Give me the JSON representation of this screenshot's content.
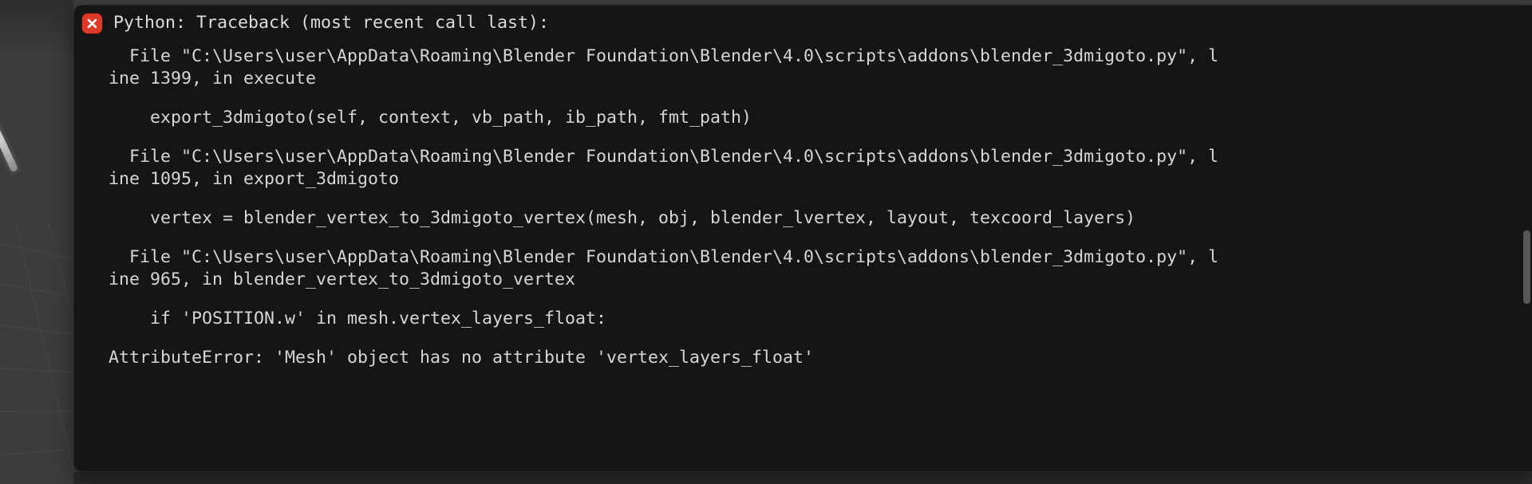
{
  "popup": {
    "title": "Python: Traceback (most recent call last):",
    "error_icon": "error-x-icon",
    "traceback_lines": [
      "  File \"C:\\Users\\user\\AppData\\Roaming\\Blender Foundation\\Blender\\4.0\\scripts\\addons\\blender_3dmigoto.py\", line 1399, in execute",
      "    export_3dmigoto(self, context, vb_path, ib_path, fmt_path)",
      "  File \"C:\\Users\\user\\AppData\\Roaming\\Blender Foundation\\Blender\\4.0\\scripts\\addons\\blender_3dmigoto.py\", line 1095, in export_3dmigoto",
      "    vertex = blender_vertex_to_3dmigoto_vertex(mesh, obj, blender_lvertex, layout, texcoord_layers)",
      "  File \"C:\\Users\\user\\AppData\\Roaming\\Blender Foundation\\Blender\\4.0\\scripts\\addons\\blender_3dmigoto.py\", line 965, in blender_vertex_to_3dmigoto_vertex",
      "    if 'POSITION.w' in mesh.vertex_layers_float:",
      "AttributeError: 'Mesh' object has no attribute 'vertex_layers_float'"
    ],
    "colors": {
      "popup_bg": "#151515",
      "text": "#d6d6d6",
      "error_icon_bg": "#dc3b2a",
      "viewport_bg": "#3c3c3d"
    }
  }
}
